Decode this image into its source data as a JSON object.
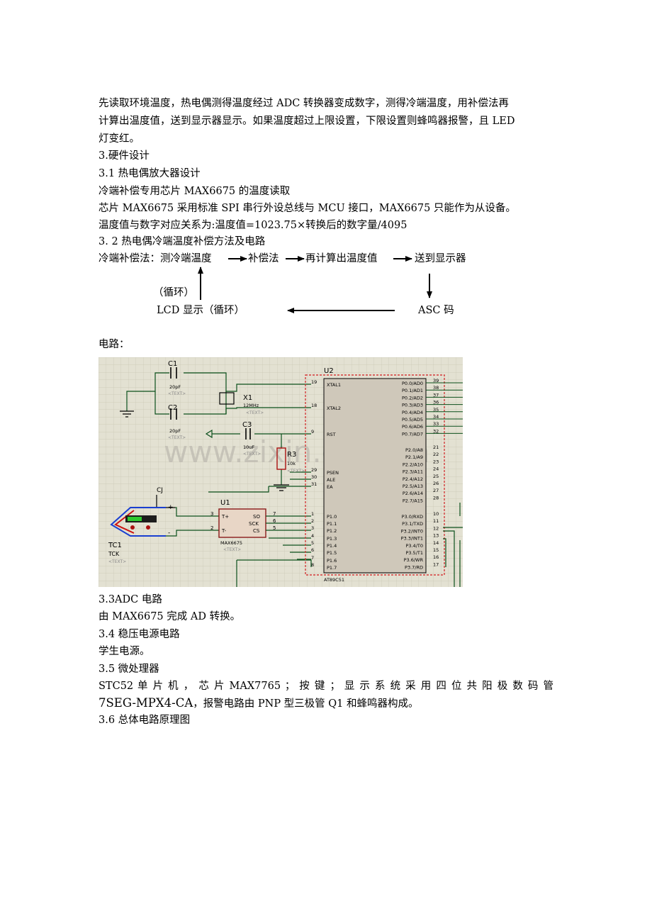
{
  "intro": [
    "先读取环境温度，热电偶测得温度经过 ADC 转换器变成数字，测得冷端温度，用补偿法再",
    "计算出温度值，送到显示器显示。如果温度超过上限设置，下限设置则蜂鸣器报警，且 LED",
    "灯变红。"
  ],
  "sections": {
    "s3": "3.硬件设计",
    "s31": "3.1 热电偶放大器设计",
    "s31_l1": "冷端补偿专用芯片 MAX6675 的温度读取",
    "s31_l2": "芯片 MAX6675 采用标准 SPI 串行外设总线与 MCU 接口，MAX6675 只能作为从设备。",
    "s31_l3": "温度值与数字对应关系为:温度值=1023.75×转换后的数字量/4095",
    "s32": "3. 2 热电偶冷端温度补偿方法及电路"
  },
  "flow": {
    "label": "冷端补偿法：测冷端温度",
    "step2": "补偿法",
    "step3": "再计算出温度值",
    "step4": "送到显示器",
    "loop": "（循环）",
    "lcd": "LCD 显示（循环）",
    "asc": "ASC 码"
  },
  "circuit_label": "电路：",
  "schematic": {
    "c1": "C1",
    "c2": "C2",
    "c3": "C3",
    "x1": "X1",
    "r3": "R3",
    "u1": "U1",
    "u2": "U2",
    "cj": "CJ",
    "tc1": "TC1",
    "tck": "TCK",
    "c1_val": "20pF",
    "c2_val": "20pF",
    "c3_val": "10uF",
    "r3_val": "10k",
    "x1_val": "12MHz",
    "text_tag": "<TEXT>",
    "u1_part": "MAX6675",
    "u2_part": "AT89C51",
    "watermark": "www.zixin.com.cn",
    "u1_pins_left": [
      "T+",
      "T-"
    ],
    "u1_pins_right": [
      "SO",
      "SCK",
      "CS"
    ],
    "u2_left_pins": [
      "XTAL1",
      "XTAL2",
      "RST",
      "PSEN",
      "ALE",
      "EA",
      "P1.0",
      "P1.1",
      "P1.2",
      "P1.3",
      "P1.4",
      "P1.5",
      "P1.6",
      "P1.7"
    ],
    "u2_left_nums": [
      "19",
      "18",
      "9",
      "29",
      "30",
      "31",
      "1",
      "2",
      "3",
      "4",
      "5",
      "6",
      "7",
      "8"
    ],
    "u2_right_pins": [
      "P0.0/AD0",
      "P0.1/AD1",
      "P0.2/AD2",
      "P0.3/AD3",
      "P0.4/AD4",
      "P0.5/AD5",
      "P0.6/AD6",
      "P0.7/AD7",
      "P2.0/A8",
      "P2.1/A9",
      "P2.2/A10",
      "P2.3/A11",
      "P2.4/A12",
      "P2.5/A13",
      "P2.6/A14",
      "P2.7/A15",
      "P3.0/RXD",
      "P3.1/TXD",
      "P3.2/INT0",
      "P3.3/INT1",
      "P3.4/T0",
      "P3.5/T1",
      "P3.6/WR",
      "P3.7/RD"
    ],
    "u2_right_nums": [
      "39",
      "38",
      "37",
      "36",
      "35",
      "34",
      "33",
      "32",
      "21",
      "22",
      "23",
      "24",
      "25",
      "26",
      "27",
      "28",
      "10",
      "11",
      "12",
      "13",
      "14",
      "15",
      "16",
      "17"
    ]
  },
  "after": {
    "s33": "3.3ADC 电路",
    "s33_l1": "由 MAX6675 完成 AD 转换。",
    "s34": "3.4 稳压电源电路",
    "s34_l1": "学生电源。",
    "s35": "3.5 微处理器",
    "s35_l1": "STC52 单 片 机 ， 芯 片 MAX7765 ； 按 键 ； 显 示 系 统 采 用 四 位 共 阳 极 数 码 管",
    "s35_l2a": "7SEG-MPX4-CA",
    "s35_l2b": "，报警电路由 PNP 型三极管 Q1 和蜂鸣器构成。",
    "s36": "3.6 总体电路原理图"
  }
}
